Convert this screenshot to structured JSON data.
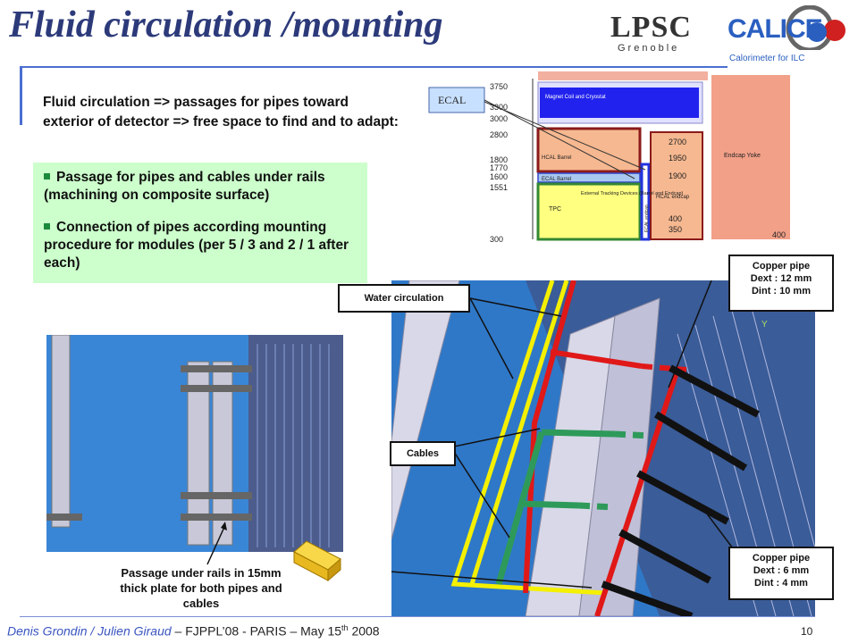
{
  "header": {
    "title": "Fluid circulation /mounting",
    "logo_lpsc_main": "LPSC",
    "logo_lpsc_sub": "Grenoble",
    "logo_calice_main": "CALICE",
    "logo_calice_sub": "Calorimeter for ILC"
  },
  "intro_text": "Fluid circulation => passages for pipes toward exterior of detector => free space to find and to adapt:",
  "bullets": [
    "Passage for pipes and cables under rails (machining on composite surface)",
    "Connection of pipes according mounting procedure for modules (per 5 / 3 and 2 / 1 after each)"
  ],
  "detector_diagram": {
    "ecal_label": "ECAL",
    "left_ticks": [
      "3750",
      "3300",
      "3000",
      "2800",
      "1800",
      "1770",
      "1600",
      "1551",
      "300"
    ],
    "inner_ticks": [
      "2700",
      "1950",
      "1900",
      "400",
      "350"
    ],
    "right_tick": "400",
    "regions": {
      "magnet": "Magnet Coil and Cryostat",
      "hcal_barrel": "HCAL Barrel",
      "ecal_barrel": "ECAL Barrel",
      "tpc": "TPC",
      "tracking": "External Tracking Devices (Barrel and Endcap)",
      "ecal_endcap": "ECAL endcap",
      "hcal_endcap": "HCAL endcap",
      "endcap_yoke": "Endcap Yoke"
    }
  },
  "callouts": {
    "water": "Water circulation",
    "cables": "Cables",
    "pipe_large": [
      "Copper pipe",
      "Dext : 12 mm",
      "Dint : 10 mm"
    ],
    "pipe_small": [
      "Copper pipe",
      "Dext : 6 mm",
      "Dint : 4 mm"
    ]
  },
  "caption": "Passage under rails in 15mm thick plate for both pipes and cables",
  "footer": {
    "authors": "Denis Grondin / Julien Giraud",
    "event_prefix": " – FJPPL’08 - PARIS – May 15",
    "event_sup": "th",
    "event_suffix": " 2008",
    "slide_number": "10"
  },
  "colors": {
    "title": "#2c3a7a",
    "accent_rule": "#4a6fd0",
    "green_box": "#ccffcc",
    "module_blue": "#3a8ad8",
    "pipe_red": "#e01818",
    "cable_yellow": "#f4f000",
    "cable_green": "#2e9a5a"
  }
}
